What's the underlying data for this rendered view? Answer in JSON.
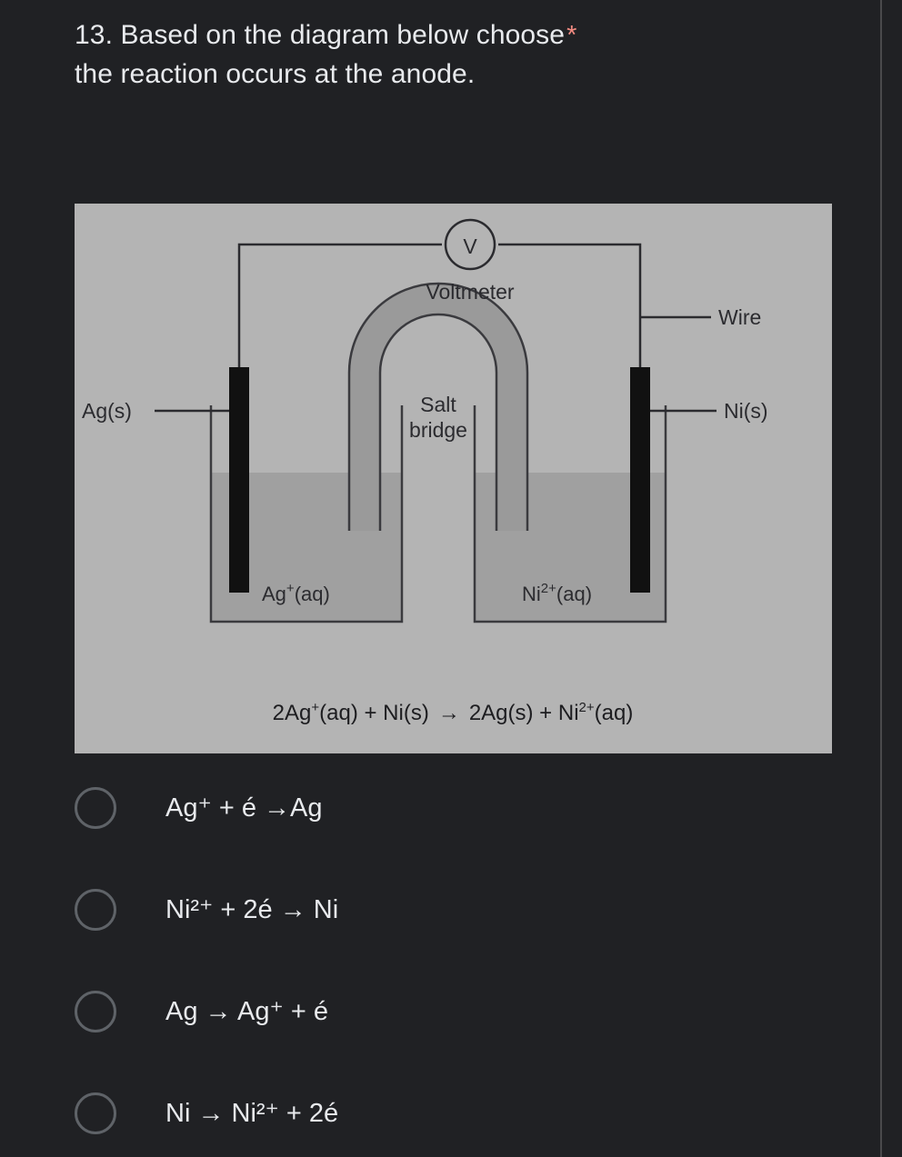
{
  "question": {
    "number_and_text": "13. Based on the diagram below choose",
    "line_two": "the reaction occurs at the anode.",
    "required_marker": "*",
    "required_color": "#f28b82"
  },
  "diagram": {
    "type": "galvanic-cell",
    "background_color": "#b4b4b4",
    "solution_color": "#a0a0a0",
    "electrode_color": "#111111",
    "labels": {
      "voltmeter_symbol": "V",
      "voltmeter": "Voltmeter",
      "wire": "Wire",
      "salt_bridge_line1": "Salt",
      "salt_bridge_line2": "bridge",
      "left_electrode": "Ag(s)",
      "right_electrode": "Ni(s)",
      "left_solution_base": "Ag",
      "left_solution_charge": "+",
      "left_solution_state": "(aq)",
      "right_solution_base": "Ni",
      "right_solution_charge": "2+",
      "right_solution_state": "(aq)"
    },
    "equation": {
      "part1": "2Ag",
      "part1_sup": "+",
      "part2": "(aq) + Ni(s)",
      "arrow": "→",
      "part3": "2Ag(s) + Ni",
      "part3_sup": "2+",
      "part4": "(aq)",
      "full_text": "2Ag+(aq) + Ni(s) → 2Ag(s) + Ni2+(aq)"
    }
  },
  "options": [
    {
      "id": "option-1",
      "label": "Ag⁺ + é →Ag",
      "selected": false
    },
    {
      "id": "option-2",
      "label": "Ni²⁺ + 2é → Ni",
      "selected": false
    },
    {
      "id": "option-3",
      "label": "Ag → Ag⁺ + é",
      "selected": false
    },
    {
      "id": "option-4",
      "label": "Ni → Ni²⁺ + 2é",
      "selected": false
    }
  ]
}
